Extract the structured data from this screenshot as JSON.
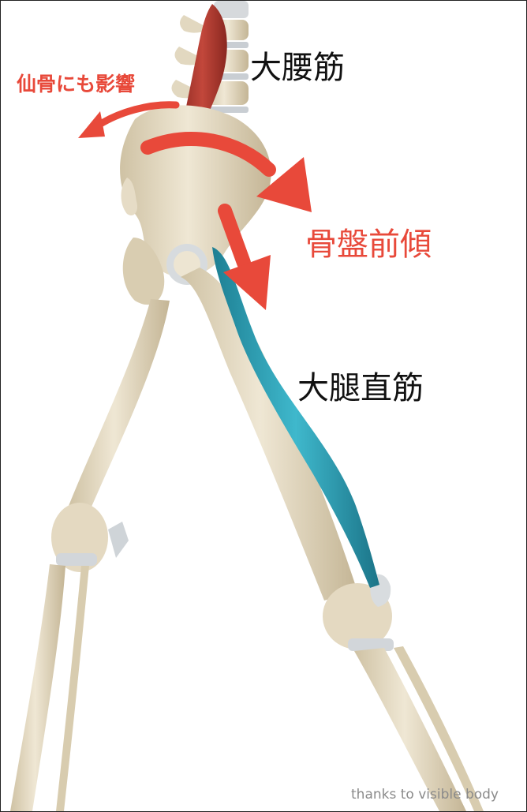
{
  "labels": {
    "psoas": "大腰筋",
    "sacrum_effect": "仙骨にも影響",
    "pelvic_tilt": "骨盤前傾",
    "rectus_femoris": "大腿直筋"
  },
  "credit": "thanks to visible body",
  "colors": {
    "accent_red": "#e8493a",
    "muscle_red": "#b23a30",
    "muscle_teal": "#2ea3b8",
    "bone": "#e6dcc6",
    "bone_shadow": "#c9bb9c",
    "cartilage": "#d4d8dc",
    "text_dark": "#111111",
    "credit_gray": "#8a8a8a"
  }
}
